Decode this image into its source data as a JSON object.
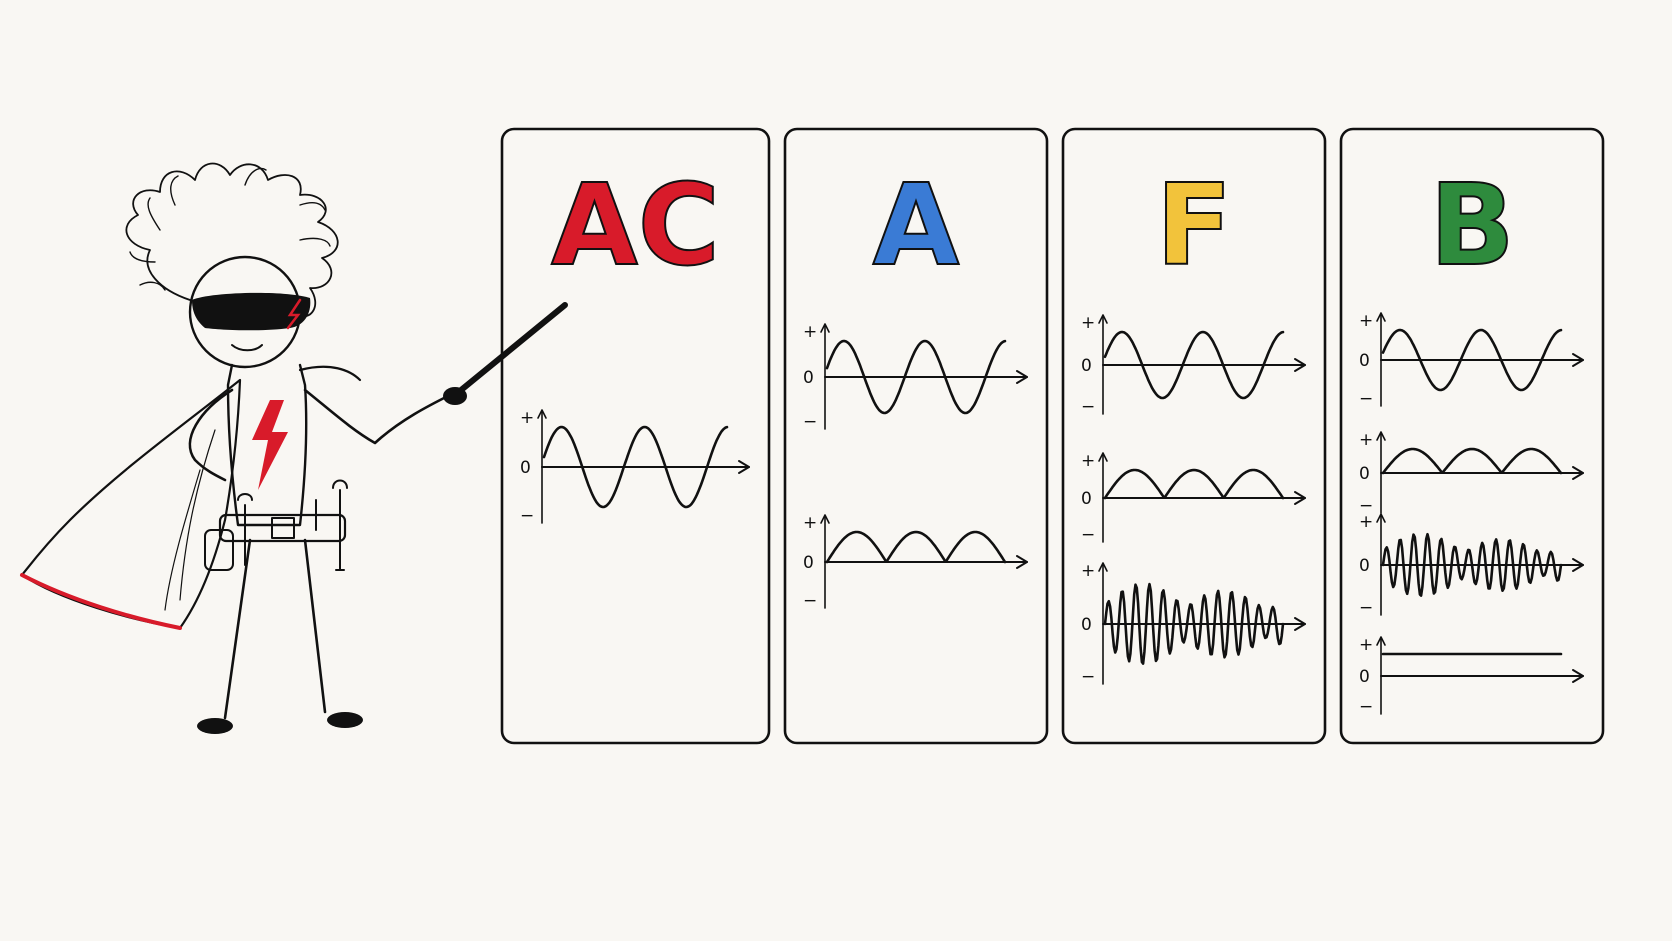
{
  "panels": [
    {
      "letter": "AC",
      "color": "#d81b2a",
      "graphs": [
        {
          "wave": "sine",
          "labels": {
            "plus": "+",
            "zero": "0",
            "minus": "−"
          }
        }
      ]
    },
    {
      "letter": "A",
      "color": "#3a7bd5",
      "graphs": [
        {
          "wave": "sine",
          "labels": {
            "plus": "+",
            "zero": "0",
            "minus": "−"
          }
        },
        {
          "wave": "rectified",
          "labels": {
            "plus": "+",
            "zero": "0",
            "minus": "−"
          }
        }
      ]
    },
    {
      "letter": "F",
      "color": "#f2c33b",
      "graphs": [
        {
          "wave": "sine",
          "labels": {
            "plus": "+",
            "zero": "0",
            "minus": "−"
          }
        },
        {
          "wave": "rectified",
          "labels": {
            "plus": "+",
            "zero": "0",
            "minus": "−"
          }
        },
        {
          "wave": "noisy",
          "labels": {
            "plus": "+",
            "zero": "0",
            "minus": "−"
          }
        }
      ]
    },
    {
      "letter": "B",
      "color": "#2e8b3d",
      "graphs": [
        {
          "wave": "sine",
          "labels": {
            "plus": "+",
            "zero": "0",
            "minus": "−"
          }
        },
        {
          "wave": "rectified",
          "labels": {
            "plus": "+",
            "zero": "0",
            "minus": "−"
          }
        },
        {
          "wave": "noisy",
          "labels": {
            "plus": "+",
            "zero": "0",
            "minus": "−"
          }
        },
        {
          "wave": "dc",
          "labels": {
            "plus": "+",
            "zero": "0",
            "minus": "−"
          }
        }
      ]
    }
  ],
  "character": {
    "icons": [
      "lightning-bolt-icon",
      "sunglasses-icon",
      "tool-belt-icon",
      "cape-icon",
      "pointer-stick-icon"
    ],
    "accent": "#d81b2a"
  }
}
